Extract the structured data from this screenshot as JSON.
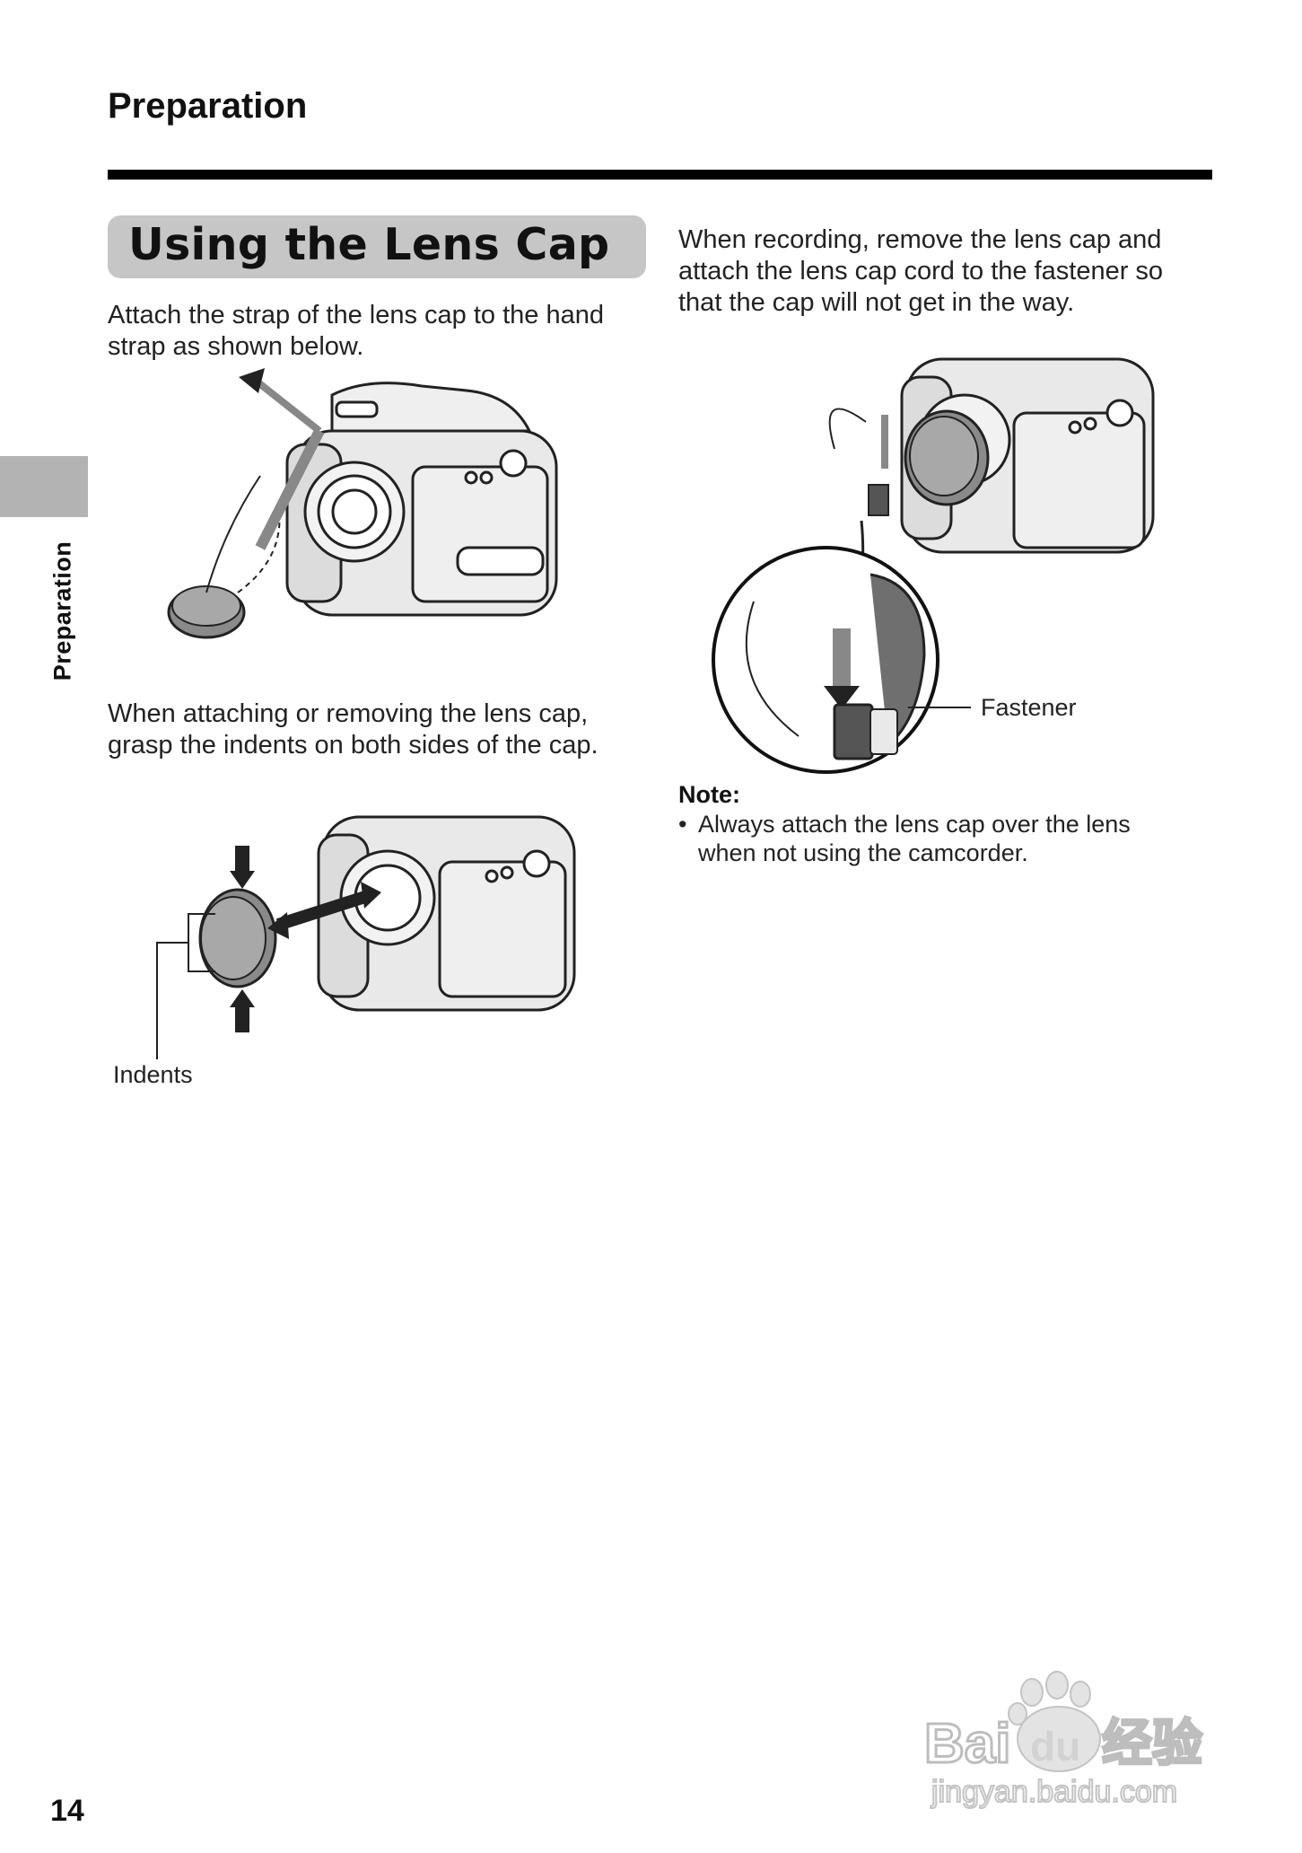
{
  "header": {
    "section": "Preparation"
  },
  "side_tab": {
    "label": "Preparation"
  },
  "title": "Using the Lens Cap",
  "left_column": {
    "para1": {
      "line1": "Attach the strap of the lens cap to the hand",
      "line2": "strap as shown below."
    },
    "para2": {
      "line1": "When attaching or removing the lens cap,",
      "line2": "grasp the indents on both sides of the cap."
    },
    "indents_label": "Indents"
  },
  "right_column": {
    "para1": {
      "line1": "When recording, remove the lens cap and",
      "line2": "attach the lens cap cord to the fastener so",
      "line3": "that the cap will not get in the way."
    },
    "fastener_label": "Fastener",
    "note": {
      "heading": "Note:",
      "bullet": "•",
      "text_line1": "Always attach the lens cap over the lens",
      "text_line2": "when not using the camcorder."
    }
  },
  "page_number": "14",
  "watermark": {
    "brand_latin": "Bai",
    "brand_du": "du",
    "brand_cn": "经验",
    "url": "jingyan.baidu.com"
  },
  "colors": {
    "title_box": "#c6c6c6",
    "side_tab": "#b3b3b3",
    "rule": "#000000",
    "watermark": "#cfcfcf"
  },
  "icons": [
    "camcorder-icon",
    "lens-cap-icon",
    "arrow-icon",
    "fastener-icon",
    "paw-icon"
  ]
}
